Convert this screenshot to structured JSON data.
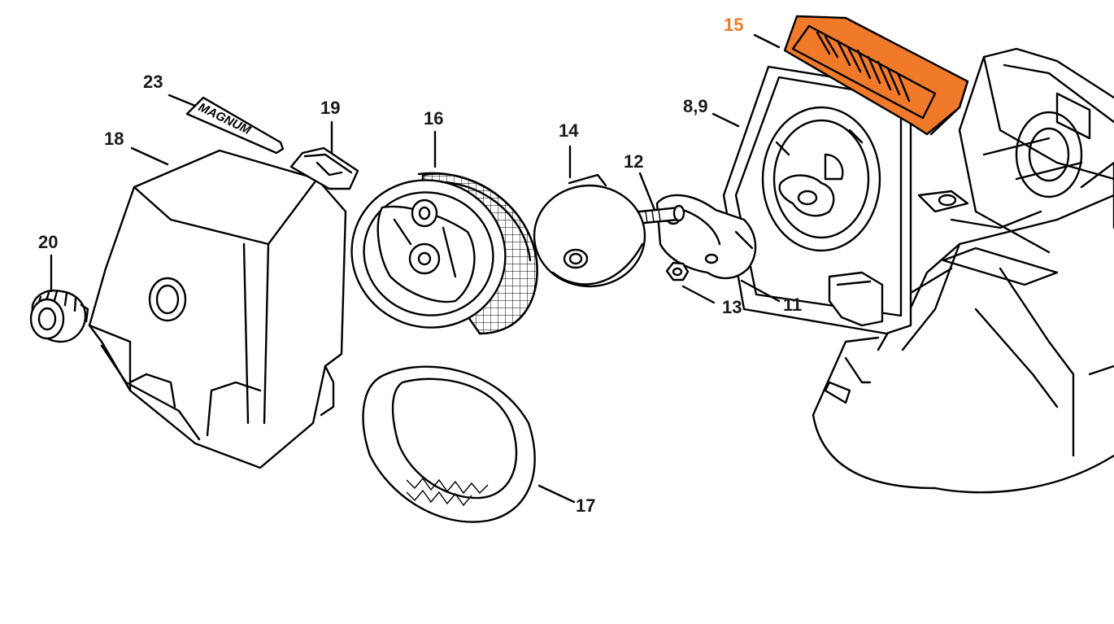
{
  "colors": {
    "highlight": "#f07a2a",
    "line": "#000000",
    "label": "#1a1a1a"
  },
  "highlighted_part": "15",
  "labels": {
    "p15": "15",
    "p23": "23",
    "p19": "19",
    "p16": "16",
    "p14": "14",
    "p8_9": "8,9",
    "p12": "12",
    "p18": "18",
    "p20": "20",
    "p13": "13",
    "p11": "11",
    "p17": "17"
  },
  "emblem_text": "MAGNUM"
}
